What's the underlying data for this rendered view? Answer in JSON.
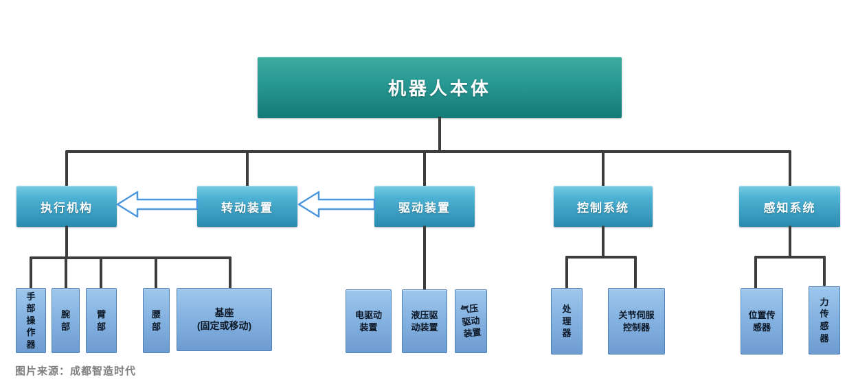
{
  "root": {
    "label": "机器人本体"
  },
  "branches": [
    {
      "label": "执行机构",
      "children": [
        "手部操作器",
        "腕部",
        "臂部",
        "腰部",
        "基座\n(固定或移动)"
      ]
    },
    {
      "label": "转动装置",
      "children": []
    },
    {
      "label": "驱动装置",
      "children": [
        "电驱动装置",
        "液压驱动装置",
        "气压驱动装置"
      ]
    },
    {
      "label": "控制系统",
      "children": [
        "处理器",
        "关节伺服控制器"
      ]
    },
    {
      "label": "感知系统",
      "children": [
        "位置传感器",
        "力传感器"
      ]
    }
  ],
  "arrows": [
    {
      "name": "rotation-to-executive",
      "direction": "left"
    },
    {
      "name": "drive-to-rotation",
      "direction": "left"
    }
  ],
  "caption": "图片来源：成都智造时代",
  "colors": {
    "root_box_top": "#3cab9f",
    "root_box_bottom": "#137a77",
    "branch_box_top": "#78cbe3",
    "branch_box_bottom": "#2a8bb0",
    "leaf_box_top": "#9dc7ed",
    "leaf_box_bottom": "#6e9cd2",
    "leaf_border": "#4f7fb5",
    "connector_line": "#3d3d3d",
    "arrow_fill": "#ffffff",
    "arrow_stroke": "#4a97dd",
    "caption_text": "#7f7f7f",
    "background": "#ffffff"
  }
}
